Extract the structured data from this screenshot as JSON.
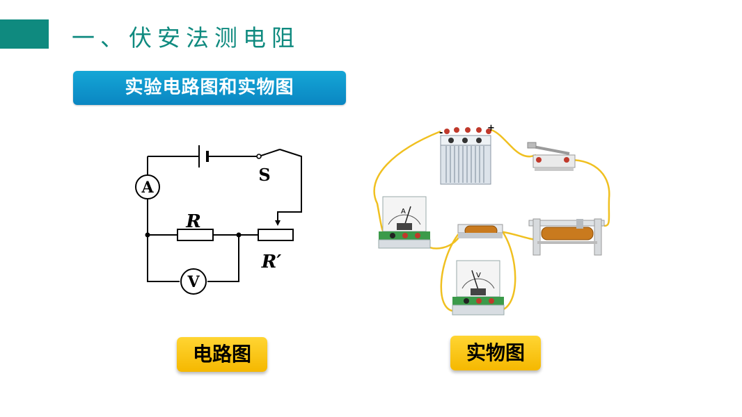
{
  "header": {
    "title": "一、伏安法测电阻"
  },
  "section": {
    "label": "实验电路图和实物图"
  },
  "circuit": {
    "ammeter_label": "A",
    "voltmeter_label": "V",
    "switch_label": "S",
    "resistor_label": "R",
    "rheostat_label": "R′"
  },
  "apparatus": {
    "battery_minus": "-",
    "battery_plus": "+",
    "ammeter_dial_letter": "A",
    "voltmeter_dial_letter": "V"
  },
  "captions": {
    "circuit_diagram": "电路图",
    "physical_diagram": "实物图"
  },
  "colors": {
    "accent": "#0f8a7f",
    "banner": "#0a86c2",
    "caption_button": "#f5b800",
    "wire": "#f0c020"
  }
}
